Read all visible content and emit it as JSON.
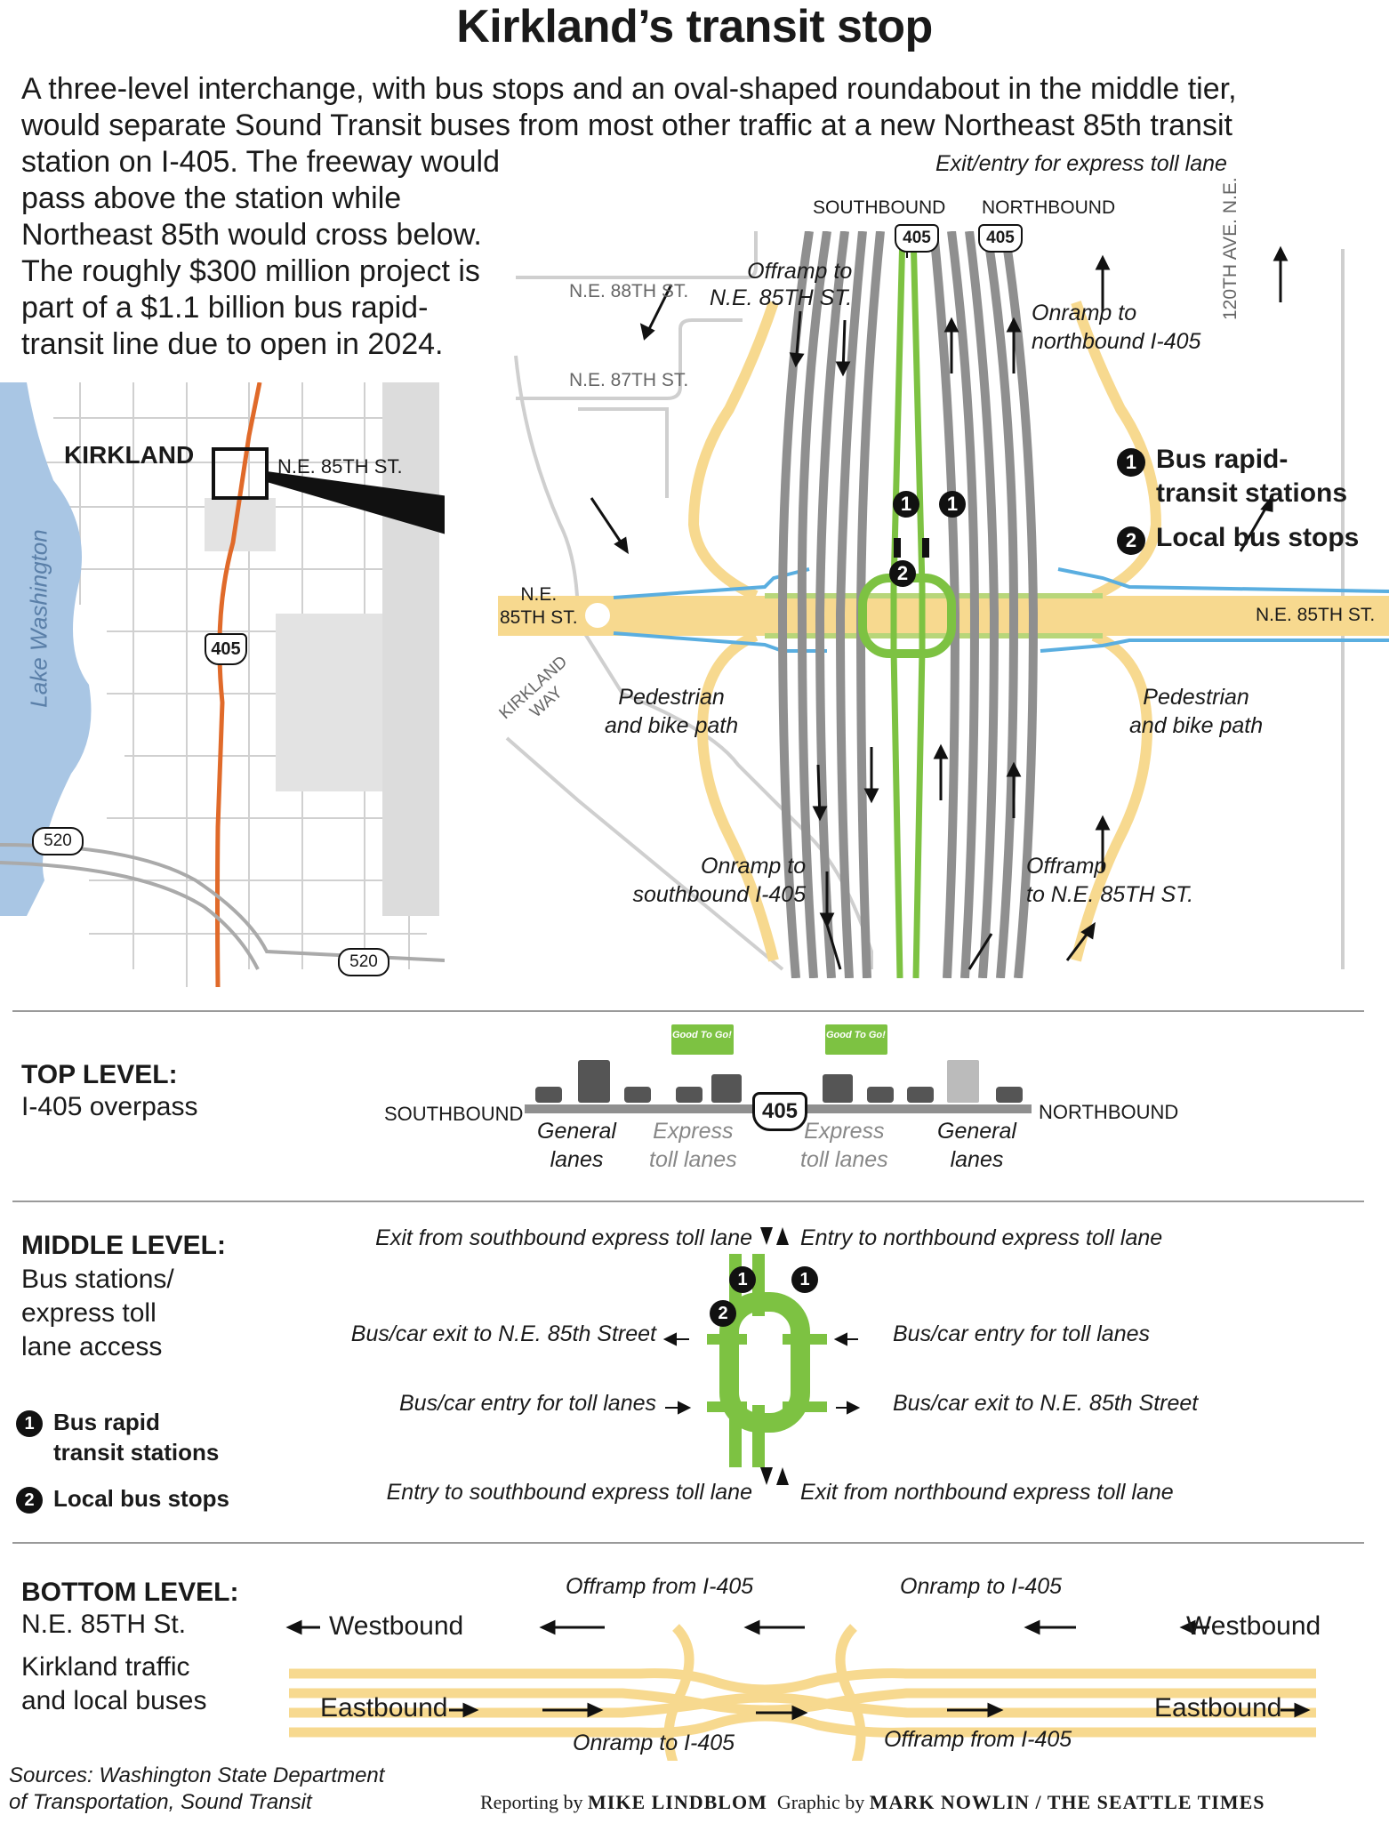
{
  "title": "Kirkland’s transit stop",
  "intro": {
    "line1": "A three-level interchange, with bus stops and an oval-shaped roundabout in the middle tier,",
    "line2": "would separate Sound Transit buses from most other traffic at a new Northeast 85th transit",
    "line3": "station on I-405. The freeway would",
    "line4": "pass above the station while",
    "line5": "Northeast 85th would cross below.",
    "line6": "The roughly $300 million project is",
    "line7": "part of a  $1.1 billion bus rapid-",
    "line8": "transit line due to open in 2024."
  },
  "locator_map": {
    "city": "KIRKLAND",
    "street": "N.E. 85TH ST.",
    "lake": "Lake Washington",
    "shield_405": "405",
    "shield_520a": "520",
    "shield_520b": "520"
  },
  "plan_view": {
    "exit_entry_label": "Exit/entry for express toll lane",
    "southbound": "SOUTHBOUND",
    "northbound": "NORTHBOUND",
    "shield_sb": "405",
    "shield_nb": "405",
    "ne88": "N.E. 88TH ST.",
    "ne87": "N.E. 87TH ST.",
    "ave120": "120TH AVE. N.E.",
    "offramp_85_top": "Offramp to",
    "offramp_85_top2": "N.E. 85TH ST.",
    "onramp_nb": "Onramp to",
    "onramp_nb2": "northbound I-405",
    "ne85_left1": "N.E.",
    "ne85_left2": "85TH ST.",
    "ne85_right": "N.E. 85TH ST.",
    "kirkland_way1": "KIRKLAND",
    "kirkland_way2": "WAY",
    "ped_left1": "Pedestrian",
    "ped_left2": "and bike path",
    "ped_right1": "Pedestrian",
    "ped_right2": "and bike path",
    "onramp_sb": "Onramp to",
    "onramp_sb2": "southbound I-405",
    "offramp_bottom": "Offramp",
    "offramp_bottom2": "to N.E. 85TH ST.",
    "legend_1": "Bus rapid-",
    "legend_1b": "transit stations",
    "legend_2": "Local bus stops",
    "marker_1": "1",
    "marker_2": "2"
  },
  "top_level": {
    "heading": "TOP LEVEL:",
    "sub": "I-405 overpass",
    "southbound": "SOUTHBOUND",
    "northbound": "NORTHBOUND",
    "shield": "405",
    "sign": "Good To Go!",
    "gl_left1": "General",
    "gl_left2": "lanes",
    "et_left1": "Express",
    "et_left2": "toll lanes",
    "et_right1": "Express",
    "et_right2": "toll lanes",
    "gl_right1": "General",
    "gl_right2": "lanes"
  },
  "middle_level": {
    "heading": "MIDDLE LEVEL:",
    "sub1": "Bus stations/",
    "sub2": "express toll",
    "sub3": "lane access",
    "legend_1a": "Bus rapid",
    "legend_1b": "transit stations",
    "legend_2": "Local bus stops",
    "exit_sb": "Exit from southbound express toll lane",
    "entry_nb": "Entry to northbound express toll lane",
    "exit_85_left": "Bus/car exit to N.E. 85th Street",
    "entry_toll_right": "Bus/car entry for toll lanes",
    "entry_toll_left": "Bus/car entry for toll lanes",
    "exit_85_right": "Bus/car exit to N.E. 85th Street",
    "entry_sb": "Entry to southbound express toll lane",
    "exit_nb": "Exit from northbound express toll lane"
  },
  "bottom_level": {
    "heading": "BOTTOM LEVEL:",
    "sub1": "N.E. 85TH St.",
    "sub2": "Kirkland traffic",
    "sub3": "and local buses",
    "westbound_left": "Westbound",
    "westbound_right": "Westbound",
    "eastbound_left": "Eastbound",
    "eastbound_right": "Eastbound",
    "offramp_from_top": "Offramp from I-405",
    "onramp_to_top": "Onramp to I-405",
    "onramp_to_bottom": "Onramp to I-405",
    "offramp_from_bottom": "Offramp from I-405"
  },
  "footer": {
    "sources1": "Sources: Washington State Department",
    "sources2": "of Transportation, Sound Transit",
    "reporting_prefix": "Reporting by",
    "reporter": "MIKE LINDBLOM",
    "graphic_prefix": "Graphic by",
    "graphic": "MARK NOWLIN / THE SEATTLE TIMES"
  },
  "colors": {
    "road": "#f7d98f",
    "bus": "#7dc242",
    "freeway": "#8f8f8f",
    "path": "#5aaee0",
    "route": "#e06a2a",
    "water": "#a9c6e4"
  }
}
